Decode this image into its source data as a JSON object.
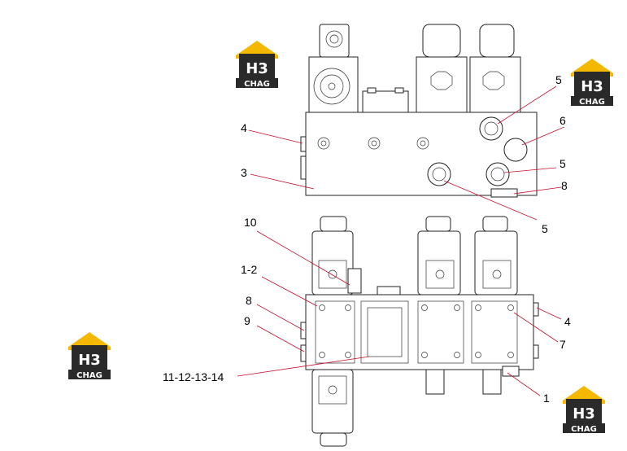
{
  "logo": {
    "mark": "H3",
    "wordmark": "CHAG",
    "colors": {
      "roof": "#f5b800",
      "body": "#2a2a2a",
      "text": "#ffffff"
    }
  },
  "callouts": {
    "top": [
      "5",
      "6",
      "5",
      "8",
      "4",
      "3",
      "5"
    ],
    "bottom": [
      "10",
      "1-2",
      "8",
      "9",
      "11-12-13-14",
      "4",
      "7",
      "1"
    ]
  },
  "colors": {
    "leader": "#c8102e",
    "line": "#222222"
  }
}
